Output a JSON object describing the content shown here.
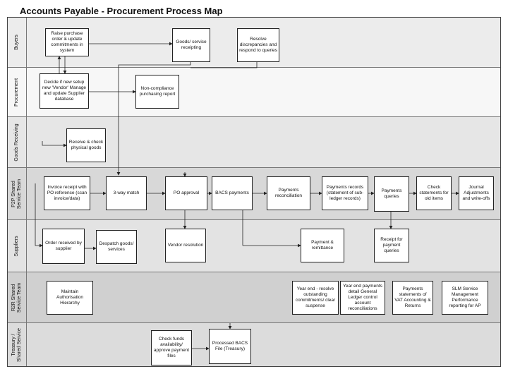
{
  "title": "Accounts Payable - Procurement Process Map",
  "lanes": [
    {
      "id": "buyers",
      "label": "Buyers",
      "color": "#ececec"
    },
    {
      "id": "procurement",
      "label": "Procurement",
      "color": "#f7f7f7"
    },
    {
      "id": "goods_receiving",
      "label": "Goods Receiving",
      "color": "#e6e6e6"
    },
    {
      "id": "p2p",
      "label": "P2P Shared Service Team",
      "color": "#d8d8d8"
    },
    {
      "id": "suppliers",
      "label": "Suppliers",
      "color": "#e3e3e3"
    },
    {
      "id": "r2r",
      "label": "R2R Shared Service Team",
      "color": "#d0d0d0"
    },
    {
      "id": "treasury",
      "label": "Treasury / Shared Service",
      "color": "#dcdcdc"
    }
  ],
  "boxes": [
    {
      "id": "b1",
      "label": "Raise purchase order & update commitments in system"
    },
    {
      "id": "b2",
      "label": "Goods/ service receipting"
    },
    {
      "id": "b3",
      "label": "Resolve discrepancies and respond to queries"
    },
    {
      "id": "b4",
      "label": "Decide if new setup new 'Vendor' Manage and update Supplier database"
    },
    {
      "id": "b5",
      "label": "Non-compliance purchasing report"
    },
    {
      "id": "b6",
      "label": "Receive & check physical goods"
    },
    {
      "id": "b7",
      "label": "Invoice receipt with PO reference (scan invoice/data)"
    },
    {
      "id": "b8",
      "label": "3-way match"
    },
    {
      "id": "b9",
      "label": "PO approval"
    },
    {
      "id": "b10",
      "label": "BACS payments"
    },
    {
      "id": "b11",
      "label": "Payments reconciliation"
    },
    {
      "id": "b12",
      "label": "Payments records (statement of sub-ledger records)"
    },
    {
      "id": "b13",
      "label": "Payments queries"
    },
    {
      "id": "b14",
      "label": "Check statements for old items"
    },
    {
      "id": "b15",
      "label": "Journal Adjustments and write-offs"
    },
    {
      "id": "b16",
      "label": "Order received by supplier"
    },
    {
      "id": "b17",
      "label": "Despatch goods/ services"
    },
    {
      "id": "b18",
      "label": "Vendor resolution"
    },
    {
      "id": "b19",
      "label": "Payment & remittance"
    },
    {
      "id": "b20",
      "label": "Receipt for payment queries"
    },
    {
      "id": "b21",
      "label": "Maintain Authorisation Hierarchy"
    },
    {
      "id": "b22",
      "label": "Year end - resolve outstanding commitments/ clear suspense"
    },
    {
      "id": "b23",
      "label": "Year end payments detail General Ledger control account reconciliations"
    },
    {
      "id": "b24",
      "label": "Payments statements of VAT Accounting & Returns"
    },
    {
      "id": "b25",
      "label": "SLM Service Management Performance reporting for AP"
    },
    {
      "id": "b26",
      "label": "Check funds availability/ approve payment files"
    },
    {
      "id": "b27",
      "label": "Processed BACS File (Treasury)"
    }
  ]
}
